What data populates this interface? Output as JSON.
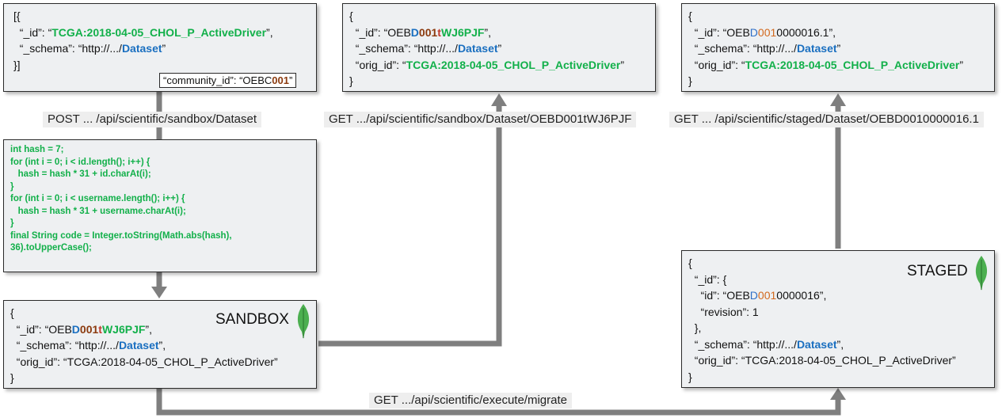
{
  "input_box": {
    "line1": "[{",
    "id_key": "  “_id”: “",
    "id_val": "TCGA:2018-04-05_CHOL_P_ActiveDriver",
    "id_end": "”,",
    "schema_key": "  “_schema”: “http://.../",
    "schema_val": "Dataset",
    "schema_end": "”",
    "line4": "}]",
    "community_key": "“community_id”: “OEBC",
    "community_num": "001",
    "community_end": "”"
  },
  "code_box": {
    "lines": [
      "int hash = 7;",
      "for (int i = 0; i < id.length(); i++) {",
      "   hash = hash * 31 + id.charAt(i);",
      "}",
      "for (int i = 0; i < username.length(); i++) {",
      "   hash = hash * 31 + username.charAt(i);",
      "}",
      "final String code = Integer.toString(Math.abs(hash),",
      "36).toUpperCase();"
    ]
  },
  "sandbox_box": {
    "label": "SANDBOX",
    "line1": "{",
    "id_key": "  “_id”: “OEB",
    "id_d": "D",
    "id_num": "001",
    "id_t": "t",
    "id_rest": "WJ6PJF",
    "id_end": "”,",
    "schema_key": "  “_schema”: “http://.../",
    "schema_val": "Dataset",
    "schema_end": "”,",
    "orig_line": "  “orig_id”: “TCGA:2018-04-05_CHOL_P_ActiveDriver”",
    "line5": "}"
  },
  "sandbox_get_box": {
    "line1": "{",
    "id_key": "  “_id”: “OEB",
    "id_d": "D",
    "id_num": "001",
    "id_t": "t",
    "id_rest": "WJ6PJF",
    "id_end": "”,",
    "schema_key": "  “_schema”: “http://.../",
    "schema_val": "Dataset",
    "schema_end": "”",
    "orig_key": "  “orig_id”: “",
    "orig_val": "TCGA:2018-04-05_CHOL_P_ActiveDriver",
    "orig_end": "”",
    "line5": "}"
  },
  "staged_get_box": {
    "line1": "{",
    "id_key": "  “_id”: “OEB",
    "id_d": "D",
    "id_num": "001",
    "id_rest": "0000016.1",
    "id_end": "”,",
    "schema_key": "  “_schema”: “http://.../",
    "schema_val": "Dataset",
    "schema_end": "”",
    "orig_key": "  “orig_id”: “",
    "orig_val": "TCGA:2018-04-05_CHOL_P_ActiveDriver",
    "orig_end": "”",
    "line5": "}"
  },
  "staged_box": {
    "label": "STAGED",
    "line1": "{",
    "line2": "  “_id”: {",
    "id_key": "    “id”: “OEB",
    "id_d": "D",
    "id_num": "001",
    "id_rest": "0000016",
    "id_end": "”,",
    "revision": "    “revision”: 1",
    "line5": "  },",
    "schema_key": "  “_schema”: “http://.../",
    "schema_val": "Dataset",
    "schema_end": "”,",
    "orig_line": "  “orig_id”: “TCGA:2018-04-05_CHOL_P_ActiveDriver”",
    "line8": "}"
  },
  "endpoints": {
    "post_sandbox": "POST ... /api/scientific/sandbox/Dataset",
    "get_sandbox": "GET .../api/scientific/sandbox/Dataset/OEBD001tWJ6PJF",
    "get_staged": "GET ... /api/scientific/staged/Dataset/OEBD0010000016.1",
    "migrate": "GET .../api/scientific/execute/migrate"
  },
  "icons": {
    "db": "mongodb-leaf-icon"
  },
  "colors": {
    "green": "#12b04a",
    "blue": "#1a6fc0",
    "red": "#c0392b",
    "arrow": "#7f7f7f",
    "leaf": "#4caf50"
  }
}
